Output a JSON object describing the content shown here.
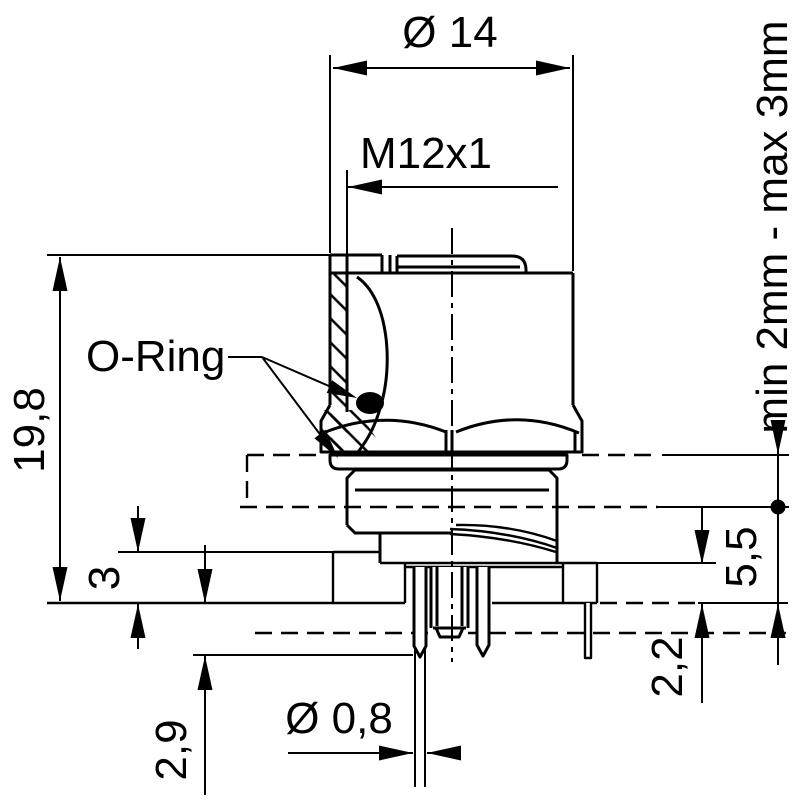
{
  "drawing": {
    "labels": {
      "top_diameter": "Ø 14",
      "thread": "M12x1",
      "o_ring": "O-Ring",
      "overall_height": "19,8",
      "panel_thickness_range": "min 2mm - max 3mm",
      "flange_to_board": "3",
      "nut_depth": "5,5",
      "body_offset": "2,2",
      "pin_protrusion": "2,9",
      "pin_diameter": "Ø 0,8"
    },
    "colors": {
      "line": "#000000",
      "background": "#ffffff"
    }
  }
}
